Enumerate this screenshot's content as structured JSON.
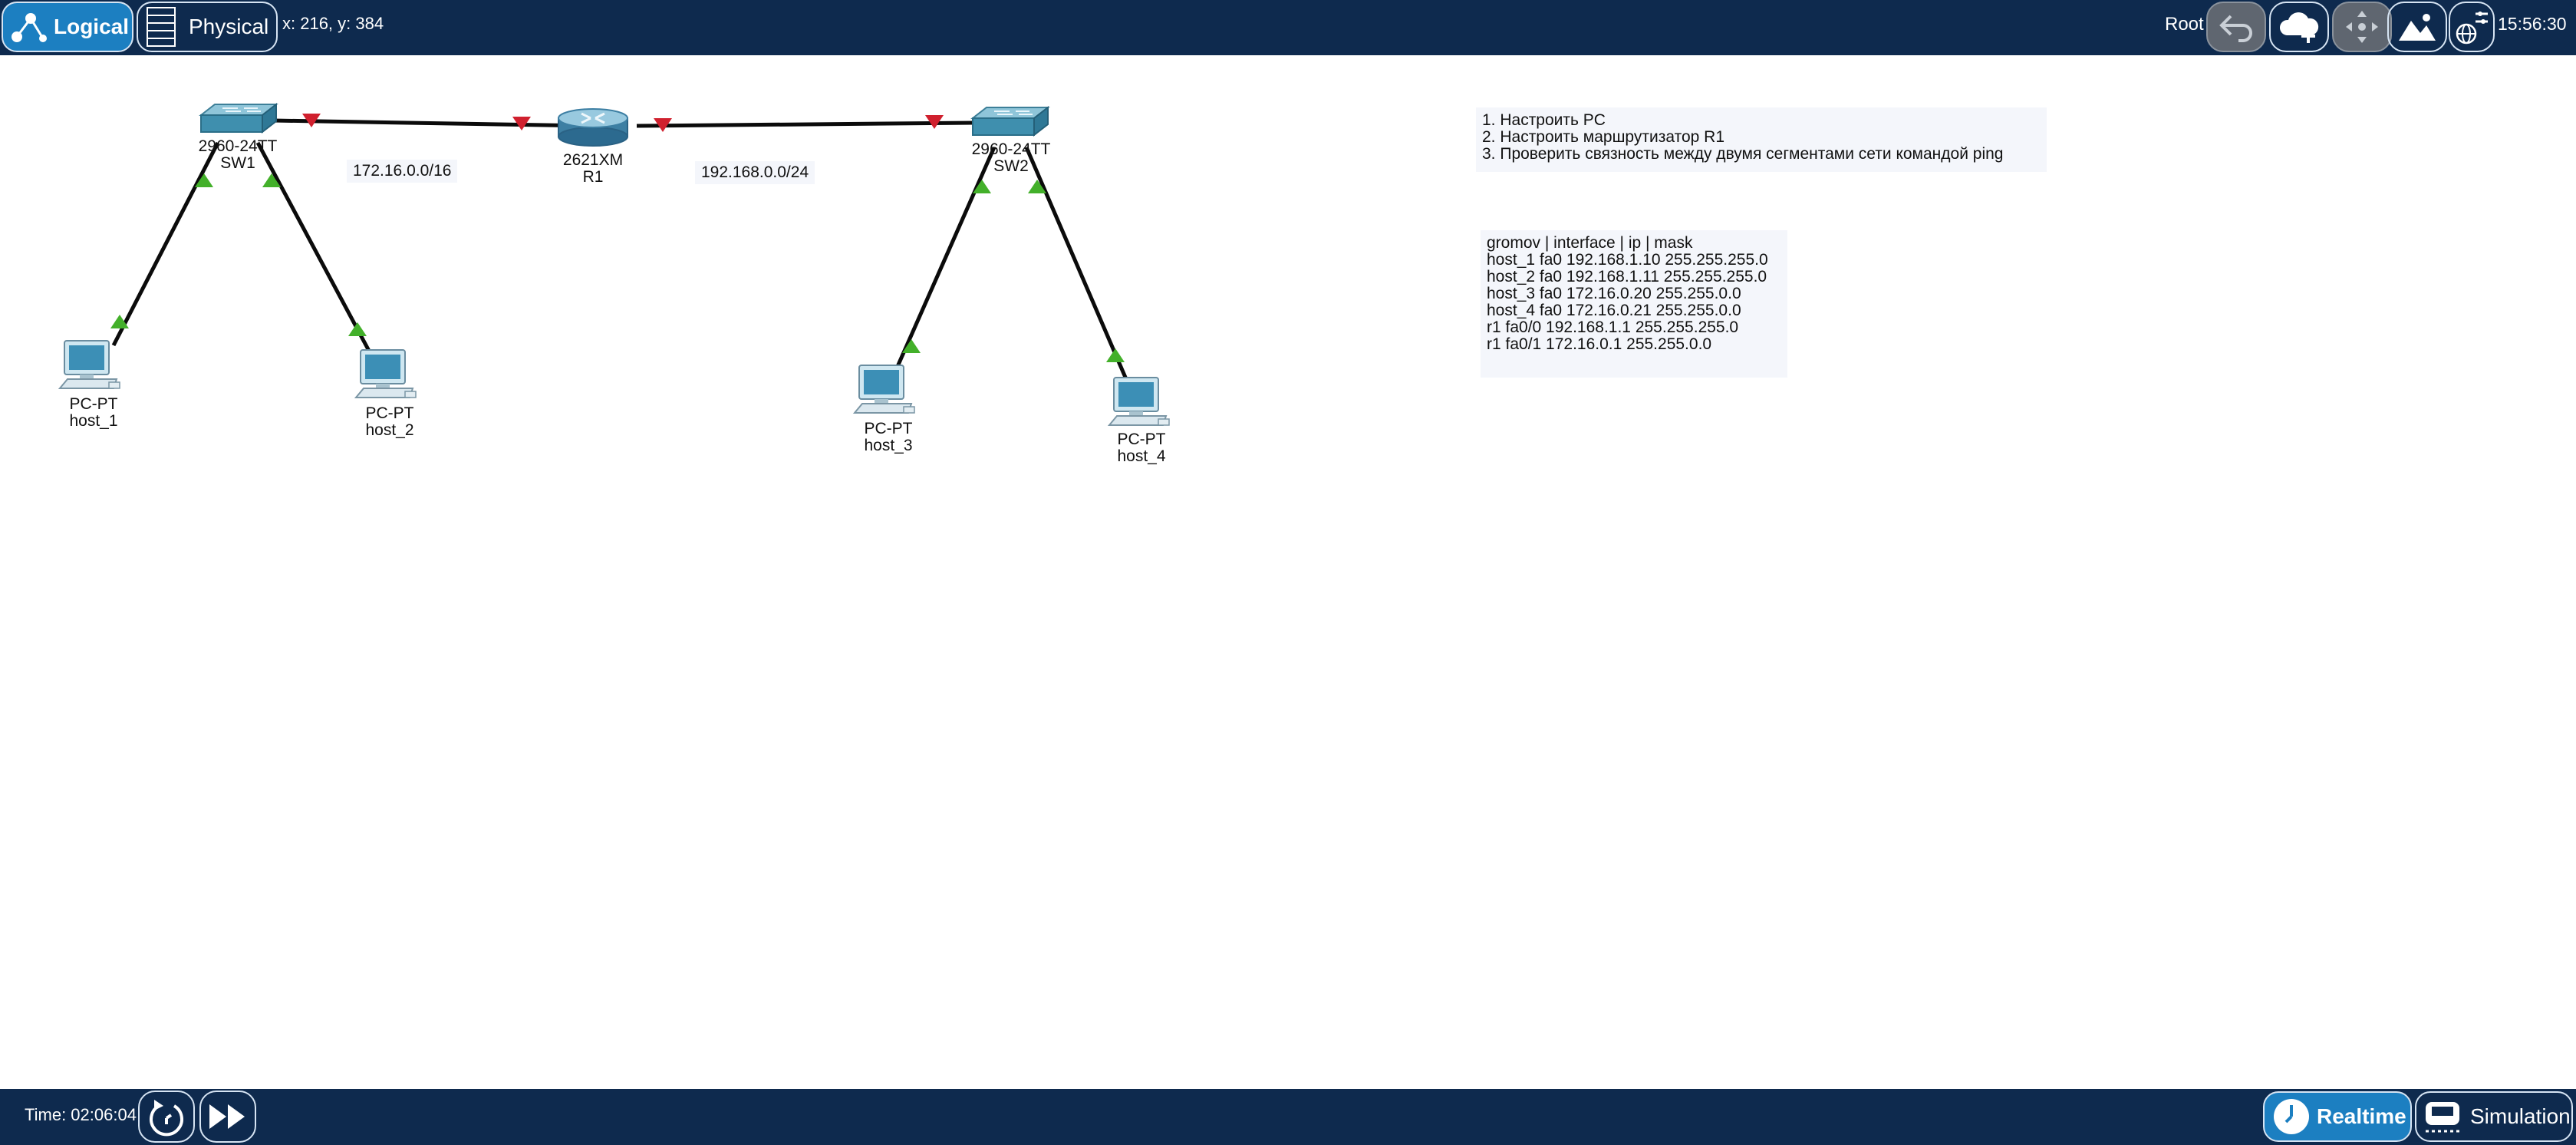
{
  "topbar": {
    "logical_tab": "Logical",
    "physical_tab": "Physical",
    "coordinates": "x: 216, y: 384",
    "root_label": "Root",
    "clock": "15:56:30",
    "icons": [
      "back-arrow-icon",
      "cloud-add-icon",
      "move-icon",
      "image-icon",
      "network-globe-icon"
    ]
  },
  "devices": [
    {
      "model": "2960-24TT",
      "name": "SW1",
      "icon": "switch-icon"
    },
    {
      "model": "2621XM",
      "name": "R1",
      "icon": "router-icon"
    },
    {
      "model": "2960-24TT",
      "name": "SW2",
      "icon": "switch-icon"
    },
    {
      "model": "PC-PT",
      "name": "host_1",
      "icon": "pc-icon"
    },
    {
      "model": "PC-PT",
      "name": "host_2",
      "icon": "pc-icon"
    },
    {
      "model": "PC-PT",
      "name": "host_3",
      "icon": "pc-icon"
    },
    {
      "model": "PC-PT",
      "name": "host_4",
      "icon": "pc-icon"
    }
  ],
  "networks": {
    "left": "172.16.0.0/16",
    "right": "192.168.0.0/24"
  },
  "tasks_note": [
    "1. Настроить PC",
    "2. Настроить маршрутизатор R1",
    "3. Проверить связность между двумя сегментами сети командой ping"
  ],
  "addressing_note": [
    "gromov | interface | ip | mask",
    "host_1 fa0 192.168.1.10 255.255.255.0",
    "host_2 fa0 192.168.1.11 255.255.255.0",
    "host_3 fa0 172.16.0.20 255.255.0.0",
    "host_4 fa0 172.16.0.21 255.255.0.0",
    "r1 fa0/0 192.168.1.1 255.255.255.0",
    "r1 fa0/1 172.16.0.1 255.255.0.0"
  ],
  "bottombar": {
    "time": "Time: 02:06:04",
    "realtime_label": "Realtime",
    "simulation_label": "Simulation"
  },
  "colors": {
    "bar": "#0e2a4e",
    "active_tab": "#1c7fc1",
    "link_up": "#43b02a",
    "link_down": "#d0202e"
  }
}
